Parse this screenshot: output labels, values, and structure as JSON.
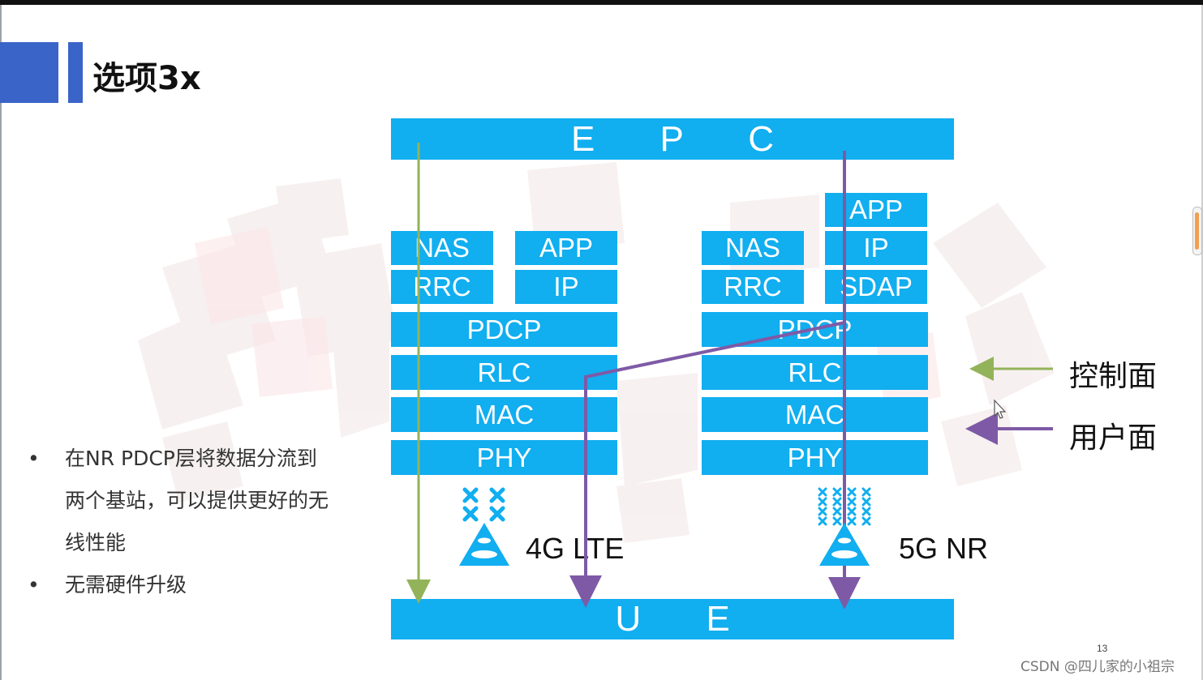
{
  "slide": {
    "title": "选项3x",
    "page_number": "13",
    "watermark": "CSDN @四儿家的小祖宗"
  },
  "diagram": {
    "epc_label": "E P C",
    "ue_label": "U E",
    "lte_stack": {
      "nas": "NAS",
      "rrc": "RRC",
      "app": "APP",
      "ip": "IP",
      "pdcp": "PDCP",
      "rlc": "RLC",
      "mac": "MAC",
      "phy": "PHY"
    },
    "nr_stack": {
      "nas": "NAS",
      "rrc": "RRC",
      "app": "APP",
      "ip": "IP",
      "sdap": "SDAP",
      "pdcp": "PDCP",
      "rlc": "RLC",
      "mac": "MAC",
      "phy": "PHY"
    },
    "lte_tower_label": "4G LTE",
    "nr_tower_label": "5G NR",
    "legend": {
      "control_plane": "控制面",
      "user_plane": "用户面",
      "control_color": "#93b35a",
      "user_color": "#7e5aa6"
    },
    "block_color": "#11aef0"
  },
  "bullets": {
    "items": [
      "在NR PDCP层将数据分流到两个基站，可以提供更好的无线性能",
      "无需硬件升级"
    ],
    "marker": "•"
  }
}
